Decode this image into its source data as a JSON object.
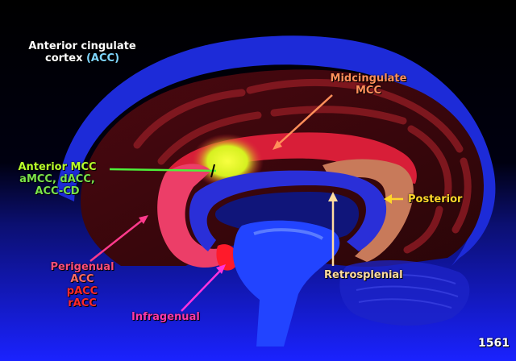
{
  "labels": {
    "acc_title_line1": "Anterior cingulate",
    "acc_title_line2_prefix": "cortex",
    "acc_title_abbr": "(ACC)",
    "midcingulate_line1": "Midcingulate",
    "midcingulate_line2": "MCC",
    "anterior_mcc": "Anterior MCC",
    "anterior_mcc_sub1": "aMCC, dACC,",
    "anterior_mcc_sub2": "ACC-CD",
    "posterior": "Posterior",
    "retrosplenial": "Retrosplenial",
    "perigenual": "Perigenual",
    "perigenual_acc": "ACC",
    "perigenual_pacc": "pACC",
    "perigenual_racc": "rACC",
    "infragenual": "Infragenual",
    "slide_number": "1561"
  },
  "colors": {
    "background_top": "#000000",
    "background_bottom": "#1a22ff",
    "cortex_outer": "#1d2bd8",
    "brain_dark_red": "#5e0b12",
    "brain_gyri": "#8a1a22",
    "midcingulate": "#d81e38",
    "anterior_mcc_glow": "#f4ff3a",
    "perigenual": "#ec3e68",
    "posterior_tan": "#c87a5a",
    "infragenual": "#ff1a2a",
    "corpus_callosum": "#2a2fd8",
    "ventricle": "#10157a",
    "brainstem": "#2244ff",
    "arrow_green": "#4df03a",
    "arrow_pink": "#ff3a8c",
    "arrow_magenta": "#ff33dd",
    "arrow_yellow": "#ffd62a",
    "arrow_tan": "#ffdca0",
    "arrow_orange": "#ff8f5a"
  }
}
